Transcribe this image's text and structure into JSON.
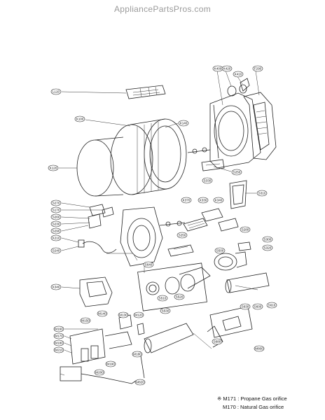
{
  "watermark": "AppliancePartsPros.com",
  "legend": [
    {
      "text": "※ M171 : Propane Gas orifice"
    },
    {
      "text": "M170 : Natural Gas orifice"
    }
  ],
  "labels": [
    "K400",
    "K420",
    "K410",
    "F290",
    "L120",
    "K100",
    "K140",
    "K120",
    "S250",
    "S330",
    "S270",
    "S170",
    "S260",
    "S230",
    "K210",
    "S310",
    "K370",
    "K330",
    "K340",
    "S280",
    "S290",
    "S240",
    "S300",
    "S320",
    "S250",
    "S640",
    "K340",
    "S500",
    "S510",
    "S520",
    "S530",
    "M140",
    "M150",
    "M160",
    "M170",
    "M180",
    "M190",
    "M200",
    "M210",
    "M130",
    "M120",
    "M180",
    "M820",
    "S630",
    "S600",
    "S610",
    "S680",
    "M800"
  ]
}
